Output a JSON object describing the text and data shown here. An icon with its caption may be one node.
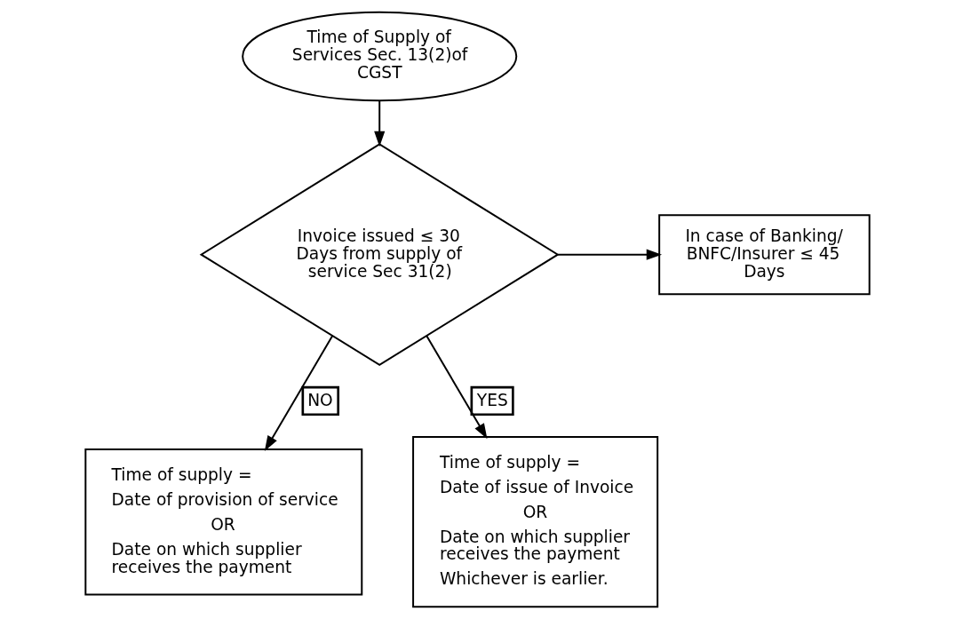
{
  "diagram": {
    "nodes": [
      {
        "text": [
          "Time of Supply of Services Sec. 13(2)of CGST"
        ]
      },
      {
        "text": [
          "Invoice issued ≤ 30 Days from supply of service Sec 31(2)"
        ]
      },
      {
        "text": [
          "In case of Banking/ BNFC/Insurer ≤ 45 Days"
        ]
      },
      {
        "text": [
          "Time of supply =",
          "Date of provision of service",
          "OR",
          "Date on which supplier receives the payment"
        ]
      },
      {
        "text": [
          "Time of supply =",
          "Date of issue of Invoice",
          "OR",
          "Date on which supplier receives the payment",
          "Whichever is earlier."
        ]
      }
    ],
    "edges": [
      {
        "from": 0,
        "to": 1,
        "arrow": "to"
      },
      {
        "from": 1,
        "to": 2,
        "arrow": "to"
      },
      {
        "from": 1,
        "to": 3,
        "arrow": "to",
        "label": "NO"
      },
      {
        "from": 1,
        "to": 4,
        "arrow": "to",
        "label": "YES"
      }
    ]
  }
}
